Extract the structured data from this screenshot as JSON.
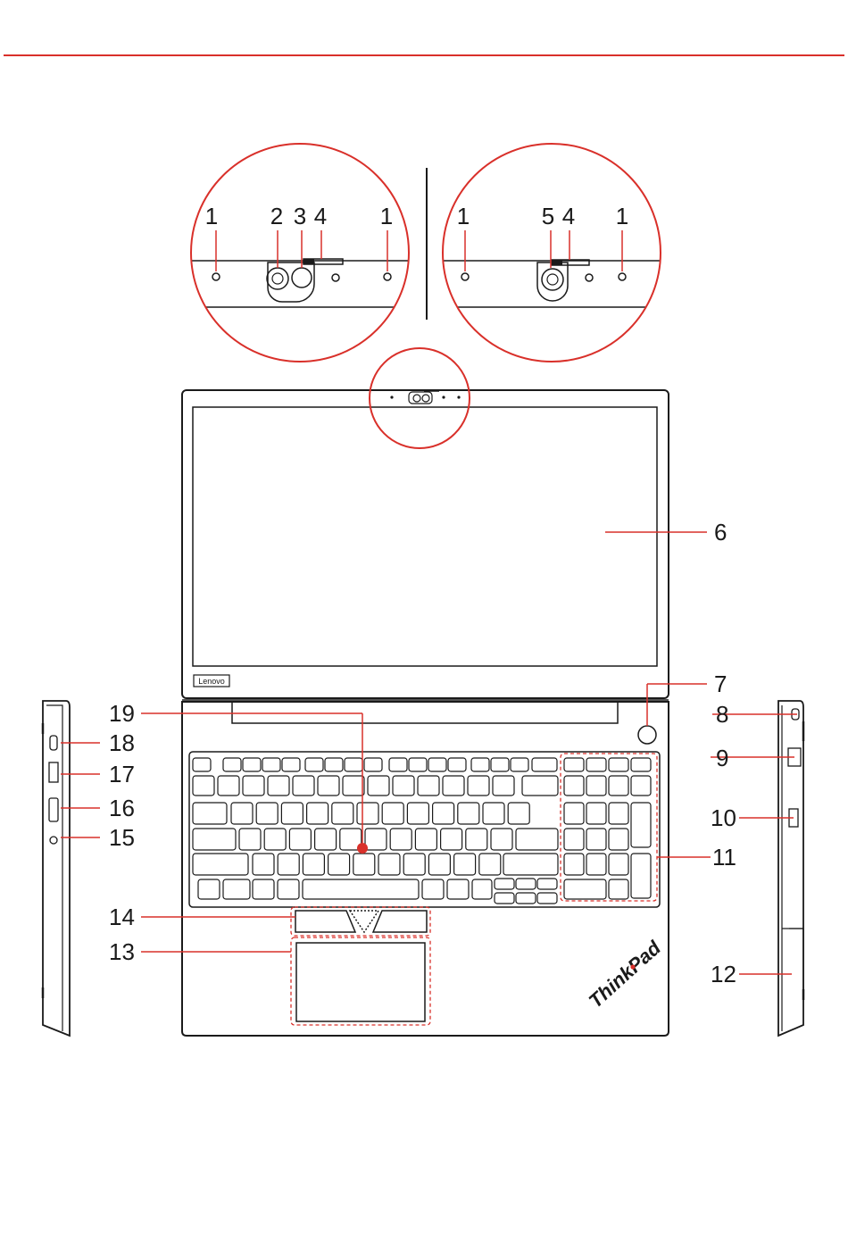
{
  "colors": {
    "accent": "#d9302a",
    "line": "#1a1a1a",
    "key": "#ffffff"
  },
  "screen": {
    "bezel_logo": "Lenovo"
  },
  "keyboard": {
    "brand": "ThinkPad"
  },
  "callouts": {
    "top_left": {
      "c1a": "1",
      "c2": "2",
      "c3": "3",
      "c4": "4",
      "c1b": "1"
    },
    "top_right": {
      "c1a": "1",
      "c5": "5",
      "c4": "4",
      "c1b": "1"
    },
    "c6": "6",
    "c7": "7",
    "c8": "8",
    "c9": "9",
    "c10": "10",
    "c11": "11",
    "c12": "12",
    "c13": "13",
    "c14": "14",
    "c15": "15",
    "c16": "16",
    "c17": "17",
    "c18": "18",
    "c19": "19"
  }
}
